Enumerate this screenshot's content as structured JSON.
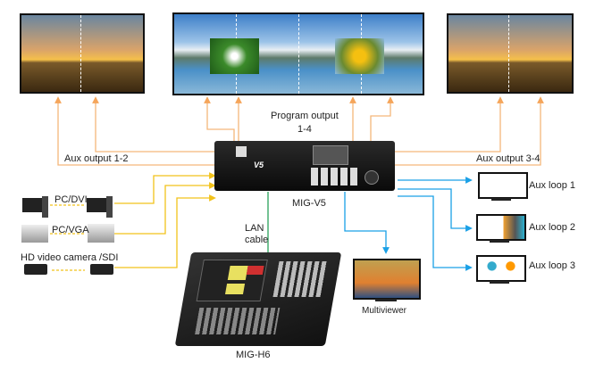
{
  "labels": {
    "program_output": "Program output",
    "program_output_range": "1-4",
    "aux_output_12": "Aux output 1-2",
    "aux_output_34": "Aux output 3-4",
    "main_device": "MIG-V5",
    "device_badge": "V5",
    "pc_dvi": "PC/DVI",
    "pc_vga": "PC/VGA",
    "hd_camera_sdi": "HD video camera /SDI",
    "lan": "LAN",
    "cable": "cable",
    "console": "MIG-H6",
    "multiviewer": "Multiviewer",
    "aux_loop_1": "Aux loop 1",
    "aux_loop_2": "Aux loop 2",
    "aux_loop_3": "Aux loop 3"
  },
  "colors": {
    "aux": "#f5b77a",
    "input": "#f2c21b",
    "loop": "#1aa0e6",
    "lan": "#2aa05a"
  }
}
